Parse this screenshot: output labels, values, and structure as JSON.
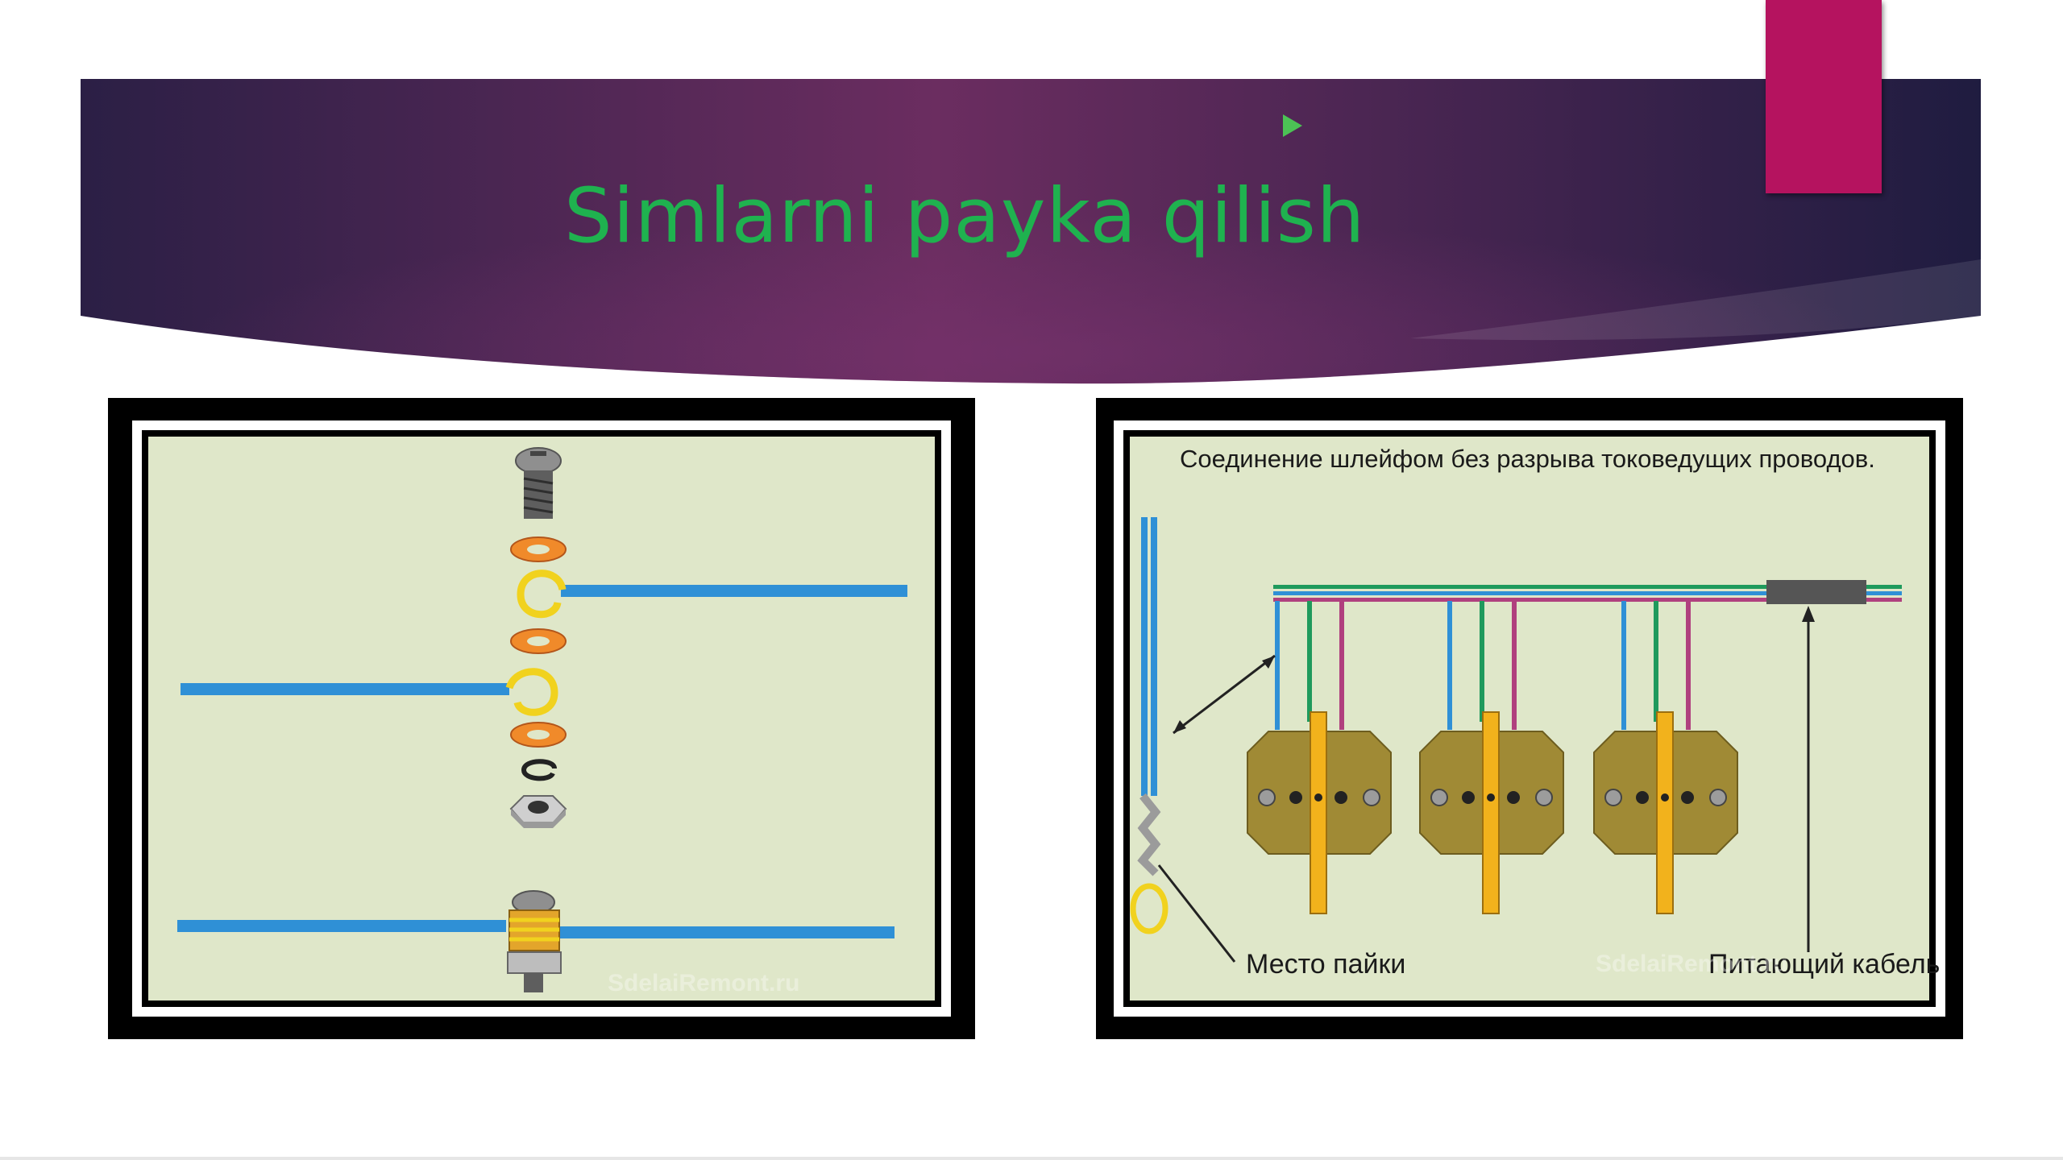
{
  "slide": {
    "title": "Simlarni payka qilish",
    "accent_color": "#b5135f",
    "title_color": "#1fb24f",
    "banner_colors": [
      "#2b1f45",
      "#6b2d60",
      "#1f1c40"
    ]
  },
  "figure_left": {
    "watermark": "SdelaiRemont.ru",
    "background": "#dfe7c9",
    "wire_color": "#2f90d6"
  },
  "figure_right": {
    "title": "Соединение шлейфом без  разрыва токоведущих проводов.",
    "label_solder": "Место пайки",
    "label_cable": "Питающий кабель",
    "watermark": "SdelaiRemont.ru",
    "wire_colors": [
      "#2f90d6",
      "#1f9a5c",
      "#b0407e"
    ]
  }
}
